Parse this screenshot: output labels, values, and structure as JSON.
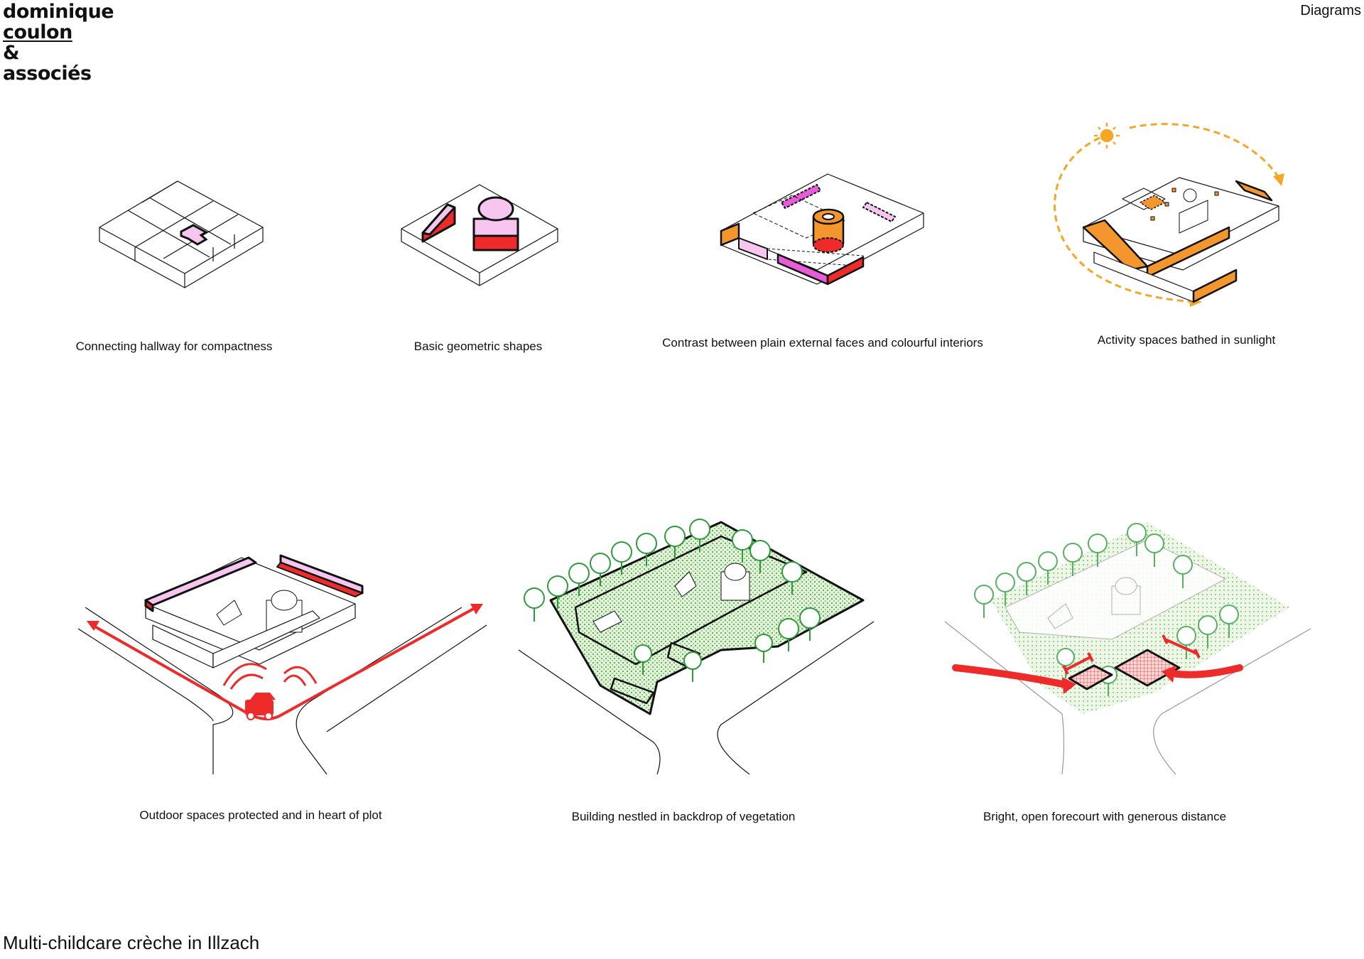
{
  "header": {
    "logo_lines": [
      "dominique",
      "coulon",
      "&",
      "associés"
    ],
    "section": "Diagrams"
  },
  "diagrams": [
    {
      "id": "hallway",
      "caption": "Connecting hallway for compactness",
      "icons": [
        "isometric-blocks-icon"
      ]
    },
    {
      "id": "shapes",
      "caption": "Basic geometric shapes",
      "icons": [
        "geometric-shapes-icon"
      ]
    },
    {
      "id": "contrast",
      "caption": "Contrast between plain external faces and colourful interiors",
      "icons": [
        "coloured-interiors-icon"
      ]
    },
    {
      "id": "sunlight",
      "caption": "Activity spaces bathed in sunlight",
      "icons": [
        "sun-icon",
        "sun-path-arrow-icon"
      ]
    },
    {
      "id": "outdoor",
      "caption": "Outdoor spaces protected and in heart of plot",
      "icons": [
        "car-icon",
        "traffic-arrow-icon"
      ]
    },
    {
      "id": "vegetation",
      "caption": "Building nestled in backdrop of vegetation",
      "icons": [
        "tree-icon"
      ]
    },
    {
      "id": "forecourt",
      "caption": "Bright, open forecourt with generous distance",
      "icons": [
        "forecourt-arrow-icon",
        "distance-marker-icon"
      ]
    }
  ],
  "colors": {
    "pink": "#f6c6ee",
    "red": "#ee2b2b",
    "magenta": "#e85cd8",
    "orange": "#f3962e",
    "sun_yellow": "#f5a623",
    "green": "#2e9a3c",
    "green_fill": "#d6ecc6",
    "outline": "#111111"
  },
  "footer": {
    "title": "Multi-childcare crèche in Illzach"
  }
}
